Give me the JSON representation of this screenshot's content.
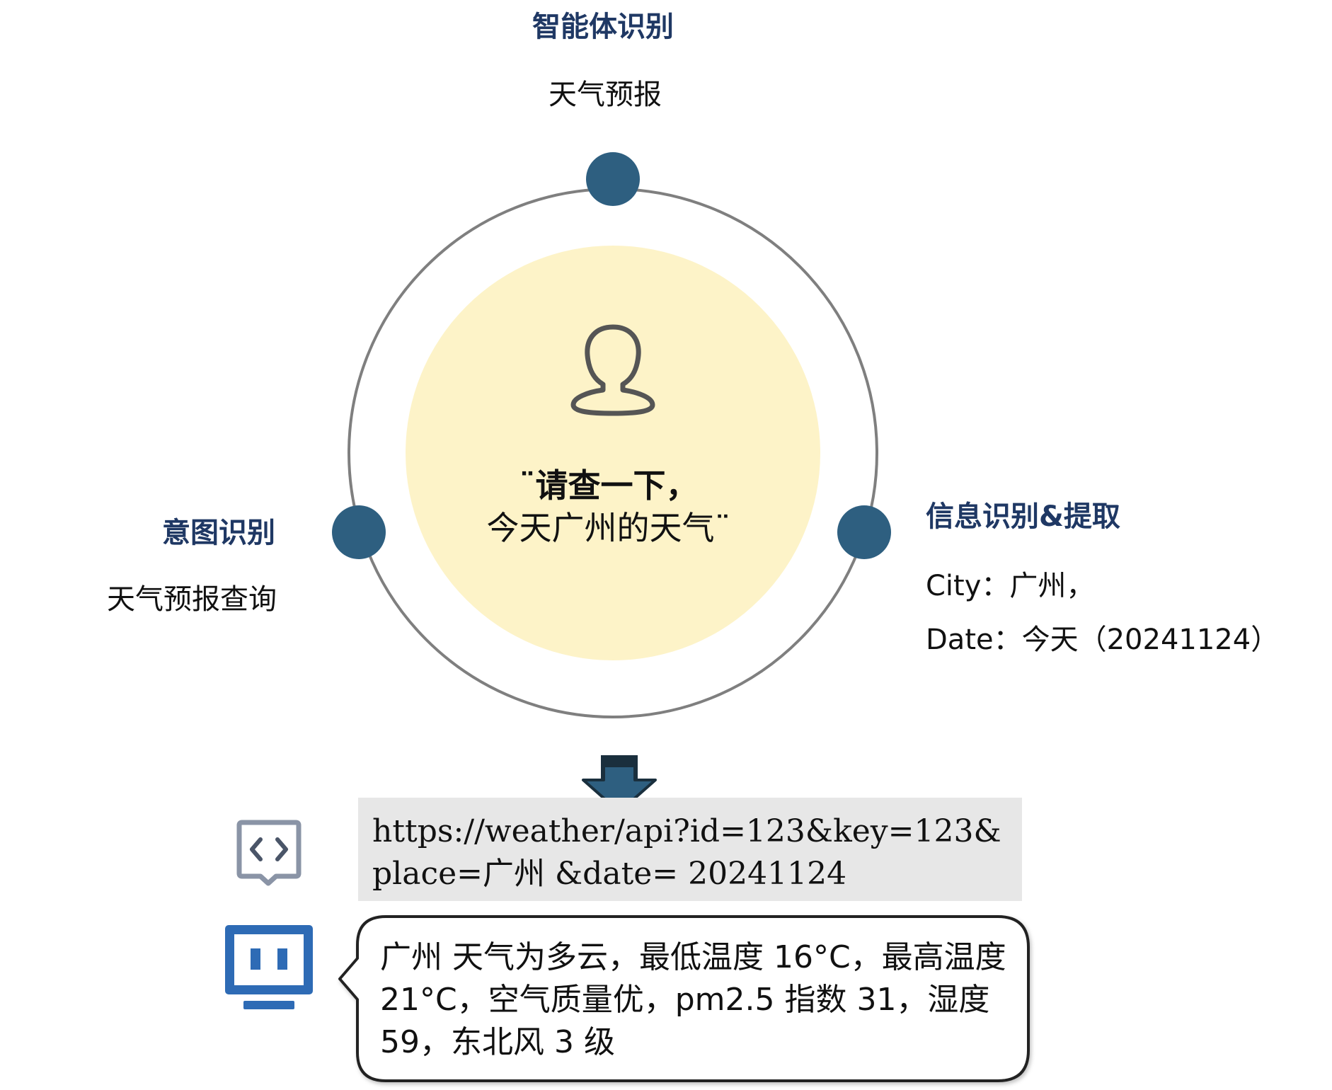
{
  "agent_recognition": {
    "title": "智能体识别",
    "value": "天气预报"
  },
  "intent_recognition": {
    "title": "意图识别",
    "value": "天气预报查询"
  },
  "info_extraction": {
    "title": "信息识别&提取",
    "city": "City：广州，",
    "date": "Date：今天（20241124）"
  },
  "user_query": {
    "line1": "¨请查一下，",
    "line2": "今天广州的天气¨"
  },
  "api_call": {
    "url": "https://weather/api?id=123&key=123&place=广州 &date= 20241124"
  },
  "result": {
    "text": "广州 天气为多云，最低温度 16°C，最高温度 21°C，空气质量优，pm2.5 指数 31，湿度 59，东北风 3 级"
  },
  "colors": {
    "node": "#2e5f80",
    "ring": "#7f7f7f",
    "center_fill": "#fdf3c8",
    "heading": "#1f3864",
    "arrow": "#2e5f80",
    "monitor": "#2e6bb5",
    "code_icon": "#8a94a6",
    "api_bg": "#e7e7e7"
  },
  "icons": {
    "user": "user-icon",
    "arrow": "arrow-down-icon",
    "code": "code-icon",
    "monitor": "monitor-icon"
  }
}
